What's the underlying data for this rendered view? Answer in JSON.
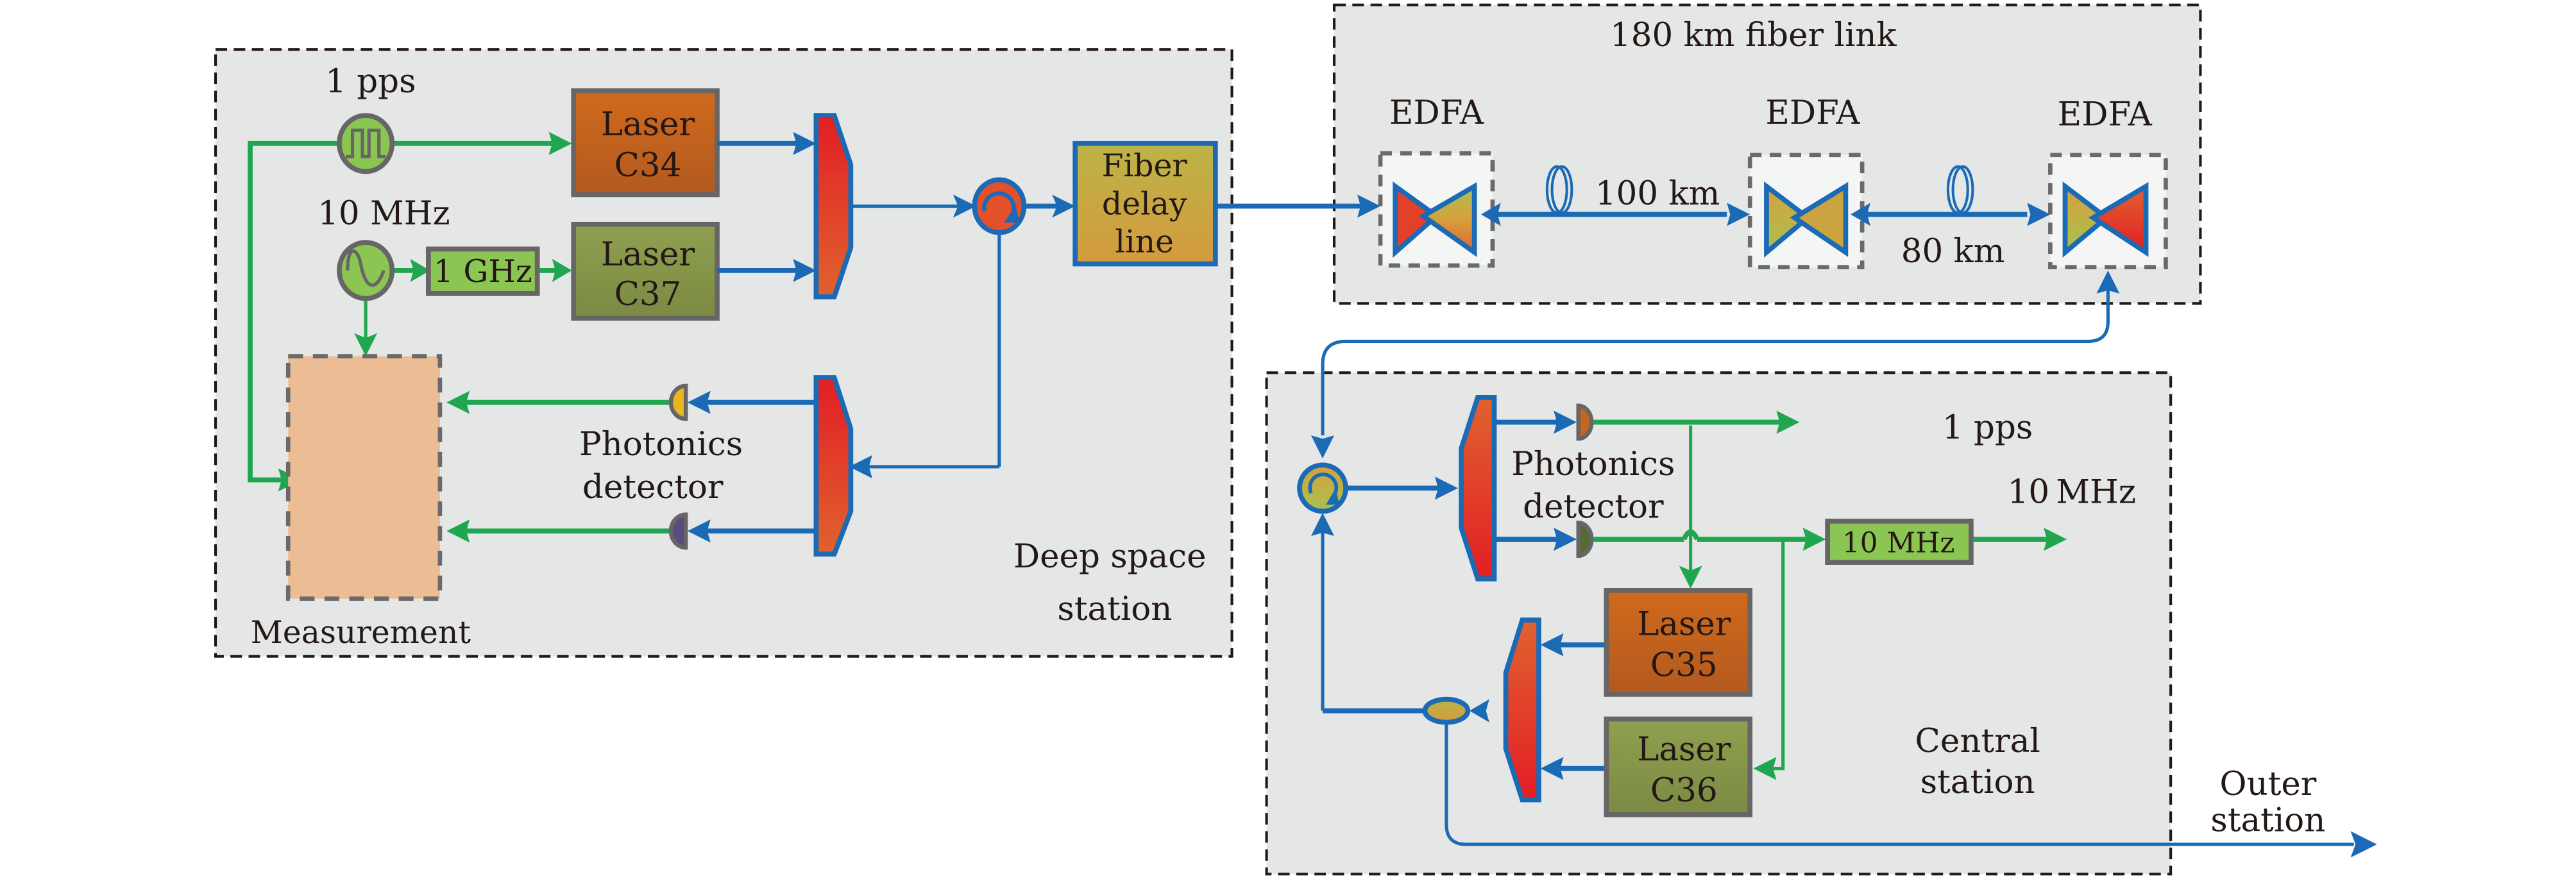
{
  "figure": {
    "type": "optical time-frequency transfer system block diagram"
  },
  "colors": {
    "optical_path": "#1b6ab5",
    "electrical_path": "#21a650",
    "station_background": "#e5e7e7",
    "laser_orange": "#c4661d",
    "laser_green": "#87984a",
    "freq_box": "#8bc653",
    "measurement_box": "#ecbd95"
  },
  "deep_space_station": {
    "label_line1": "Deep space",
    "label_line2": "station",
    "source_1pps": "1 pps",
    "source_10mhz": "10 MHz",
    "multiplier": "1 GHz",
    "laser_a": {
      "line1": "Laser",
      "line2": "C34"
    },
    "laser_b": {
      "line1": "Laser",
      "line2": "C37"
    },
    "fiber_delay": {
      "line1": "Fiber",
      "line2": "delay",
      "line3": "line"
    },
    "detector_line1": "Photonics",
    "detector_line2": "detector",
    "measurement": "Measurement"
  },
  "fiber_link": {
    "title": "180 km fiber link",
    "amplifiers": [
      "EDFA",
      "EDFA",
      "EDFA"
    ],
    "span_1": "100 km",
    "span_2": "80 km"
  },
  "central_station": {
    "label_line1": "Central",
    "label_line2": "station",
    "detector_line1": "Photonics",
    "detector_line2": "detector",
    "output_1pps": "1 pps",
    "output_10mhz": "10 MHz",
    "filter": "10 MHz",
    "laser_a": {
      "line1": "Laser",
      "line2": "C35"
    },
    "laser_b": {
      "line1": "Laser",
      "line2": "C36"
    }
  },
  "outer_station": {
    "line1": "Outer",
    "line2": "station"
  }
}
